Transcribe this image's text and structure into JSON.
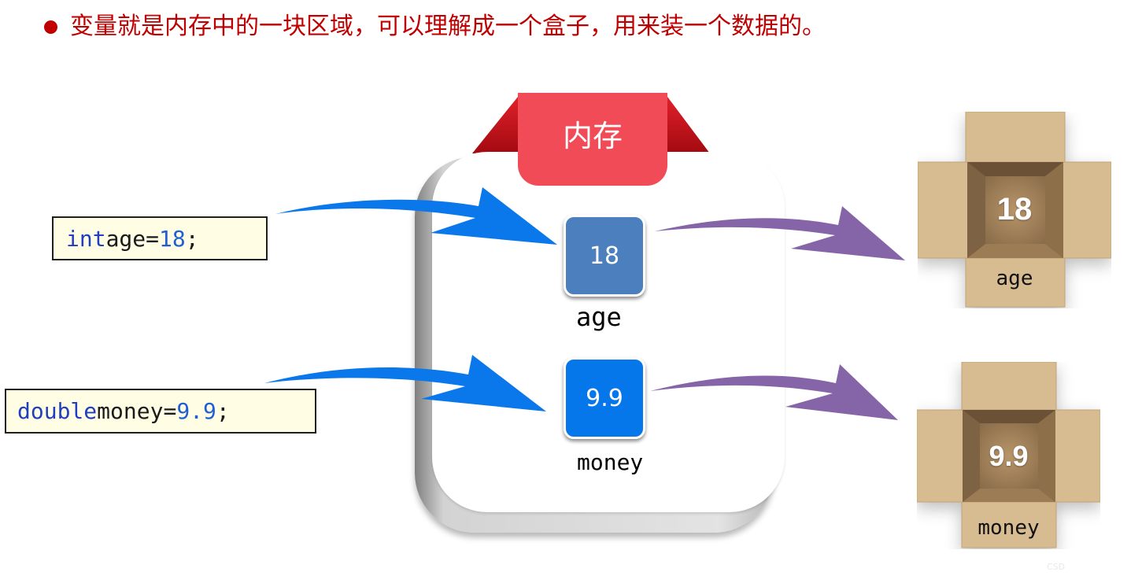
{
  "heading": "变量就是内存中的一块区域，可以理解成一个盒子，用来装一个数据的。",
  "colors": {
    "heading_red": "#c00000",
    "memory_tab": "#f14b57",
    "age_cell": "#4b7fbd",
    "money_cell": "#0677eb",
    "blue_arrow": "#0a78eb",
    "purple_arrow": "#8565a8",
    "code_background": "#fffde3"
  },
  "code": {
    "age": {
      "type_keyword": "int",
      "name": "age",
      "operator": "=",
      "value": "18",
      "terminator": ";"
    },
    "money": {
      "type_keyword": "double",
      "name": "money",
      "operator": "=",
      "value": "9.9",
      "terminator": ";"
    }
  },
  "memory": {
    "title": "内存",
    "cells": {
      "age": {
        "value": "18",
        "label": "age"
      },
      "money": {
        "value": "9.9",
        "label": "money"
      }
    }
  },
  "boxes": {
    "age": {
      "value": "18",
      "label": "age"
    },
    "money": {
      "value": "9.9",
      "label": "money"
    }
  },
  "watermark": "CSD"
}
